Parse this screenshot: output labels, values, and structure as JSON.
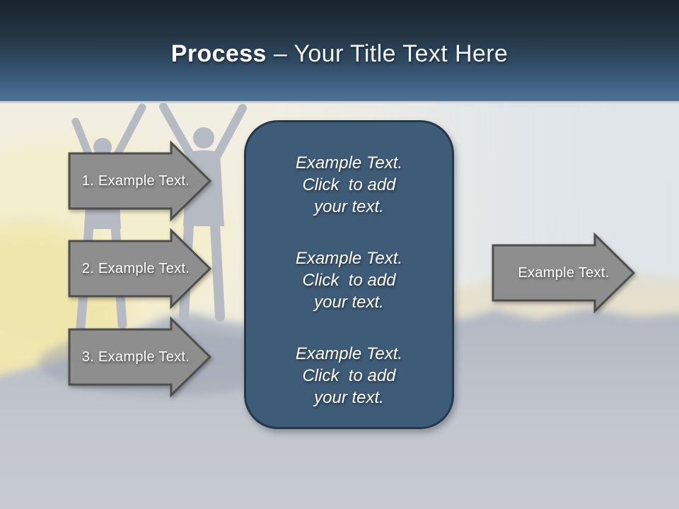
{
  "header": {
    "title_bold": "Process",
    "title_rest": "– Your Title Text Here"
  },
  "diagram": {
    "left_arrows": [
      {
        "label": "1. Example Text."
      },
      {
        "label": "2. Example Text."
      },
      {
        "label": "3. Example Text."
      }
    ],
    "right_arrow": {
      "label": "Example Text."
    },
    "center_panel": {
      "blocks": [
        {
          "text": "Example Text.\nClick  to add\nyour text."
        },
        {
          "text": "Example Text.\nClick  to add\nyour text."
        },
        {
          "text": "Example Text.\nClick  to add\nyour text."
        }
      ]
    }
  },
  "background": {
    "scene": "silhouettes-celebrating-on-mountain-top"
  },
  "colors": {
    "header_top": "#19232d",
    "header_bottom": "#4d7195",
    "panel_fill": "#3e5b77",
    "panel_border": "#24384b",
    "arrow_fill": "#8e8e8e",
    "arrow_border": "#4e4e4e",
    "sky_cream": "#f1efe2",
    "sun_glow": "#efe5a9",
    "silhouette": "#b6bac3",
    "ground": "#b7bcc6"
  }
}
